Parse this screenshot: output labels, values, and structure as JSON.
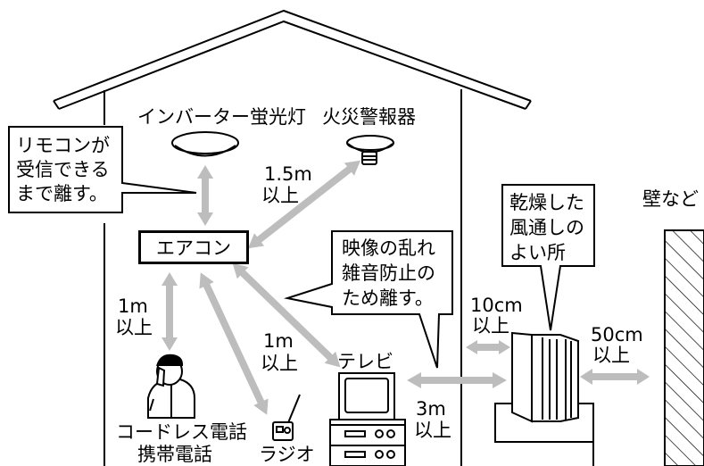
{
  "labels": {
    "inverter_light": "インバーター蛍光灯",
    "fire_alarm": "火災警報器",
    "remote_note": [
      "リモコンが",
      "受信できる",
      "まで離す。"
    ],
    "dist_15m": [
      "1.5m",
      "以上"
    ],
    "aircon": "エアコン",
    "dist_1m_left": [
      "1m",
      "以上"
    ],
    "dist_1m_mid": [
      "1m",
      "以上"
    ],
    "interference_note": [
      "映像の乱れ",
      "雑音防止の",
      "ため離す。"
    ],
    "dry_note": [
      "乾燥した",
      "風通しの",
      "よい所"
    ],
    "wall_etc": "壁など",
    "dist_10cm": [
      "10cm",
      "以上"
    ],
    "dist_50cm": [
      "50cm",
      "以上"
    ],
    "tv": "テレビ",
    "dist_3m": [
      "3m",
      "以上"
    ],
    "cordless_phone": [
      "コードレス電話",
      "携帯電話"
    ],
    "radio": "ラジオ"
  },
  "colors": {
    "arrow": "#bdbdbd",
    "line": "#000000",
    "hatch": "#000000"
  }
}
